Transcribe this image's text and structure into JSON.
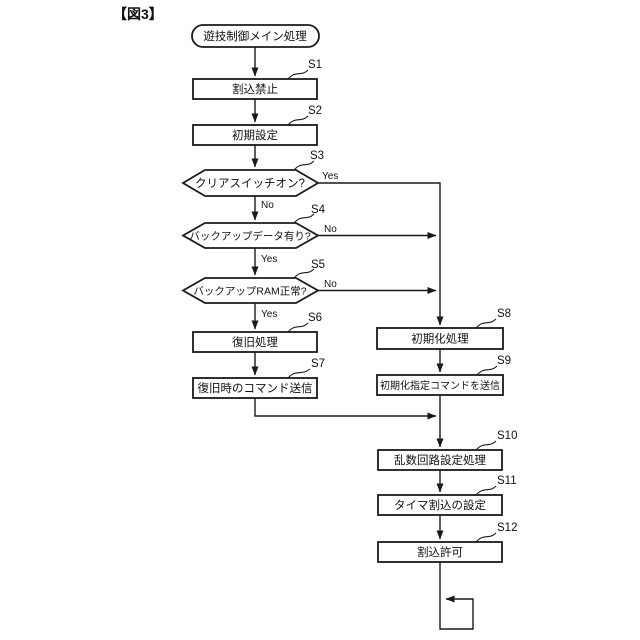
{
  "figure_label": "【図3】",
  "branch": {
    "yes": "Yes",
    "no": "No"
  },
  "nodes": {
    "start": {
      "label": "遊技制御メイン処理"
    },
    "s1": {
      "tag": "S1",
      "label": "割込禁止"
    },
    "s2": {
      "tag": "S2",
      "label": "初期設定"
    },
    "s3": {
      "tag": "S3",
      "label": "クリアスイッチオン?"
    },
    "s4": {
      "tag": "S4",
      "label": "バックアップデータ有り?"
    },
    "s5": {
      "tag": "S5",
      "label": "バックアップRAM正常?"
    },
    "s6": {
      "tag": "S6",
      "label": "復旧処理"
    },
    "s7": {
      "tag": "S7",
      "label": "復旧時のコマンド送信"
    },
    "s8": {
      "tag": "S8",
      "label": "初期化処理"
    },
    "s9": {
      "tag": "S9",
      "label": "初期化指定コマンドを送信"
    },
    "s10": {
      "tag": "S10",
      "label": "乱数回路設定処理"
    },
    "s11": {
      "tag": "S11",
      "label": "タイマ割込の設定"
    },
    "s12": {
      "tag": "S12",
      "label": "割込許可"
    }
  }
}
